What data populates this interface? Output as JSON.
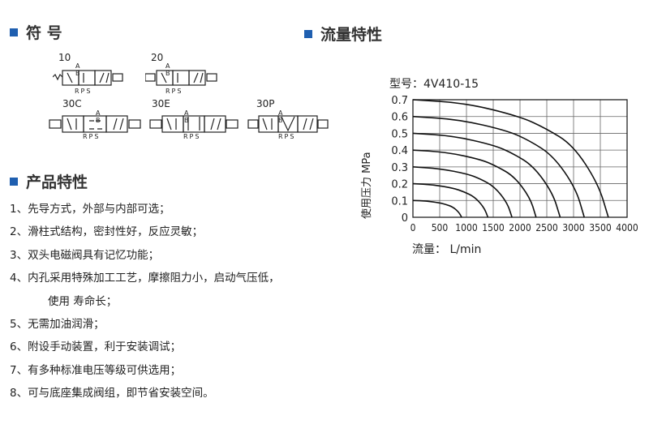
{
  "sections": {
    "symbol": "符 号",
    "flow": "流量特性",
    "features": "产品特性"
  },
  "symbols": [
    {
      "label": "10",
      "ports_top": "A B",
      "ports_bottom": "RPS"
    },
    {
      "label": "20",
      "ports_top": "A B",
      "ports_bottom": "RPS"
    },
    {
      "label": "30C",
      "ports_top": "A B",
      "ports_bottom": "RPS"
    },
    {
      "label": "30E",
      "ports_top": "A B",
      "ports_bottom": "RPS"
    },
    {
      "label": "30P",
      "ports_top": "A B",
      "ports_bottom": "RPS"
    }
  ],
  "features": [
    "1、先导方式，外部与内部可选；",
    "2、滑柱式结构，密封性好，反应灵敏；",
    "3、双头电磁阀具有记忆功能；",
    "4、内孔采用特殊加工工艺，摩擦阻力小，启动气压低，",
    "使用 寿命长；",
    "5、无需加油润滑；",
    "6、附设手动装置，利于安装调试；",
    "7、有多种标准电压等级可供选用；",
    "8、可与底座集成阀组，即节省安装空间。"
  ],
  "chart_data": {
    "type": "line",
    "title": "型号：4V410-15",
    "xlabel": "流量：  L/min",
    "ylabel": "使用压力 MPa",
    "xlim": [
      0,
      4000
    ],
    "ylim": [
      0,
      0.7
    ],
    "xticks": [
      "0",
      "500",
      "1000",
      "1500",
      "2000",
      "2500",
      "3000",
      "3500",
      "4000"
    ],
    "yticks": [
      "0",
      "0.1",
      "0.2",
      "0.3",
      "0.4",
      "0.5",
      "0.6",
      "0.7"
    ],
    "grid": true,
    "series": [
      {
        "name": "0.1",
        "points": [
          [
            0,
            0.1
          ],
          [
            250,
            0.097
          ],
          [
            500,
            0.086
          ],
          [
            620,
            0.076
          ],
          [
            750,
            0.061
          ],
          [
            860,
            0.029
          ],
          [
            910,
            0
          ]
        ]
      },
      {
        "name": "0.2",
        "points": [
          [
            0,
            0.2
          ],
          [
            380,
            0.194
          ],
          [
            770,
            0.172
          ],
          [
            950,
            0.152
          ],
          [
            1150,
            0.122
          ],
          [
            1330,
            0.058
          ],
          [
            1400,
            0
          ]
        ]
      },
      {
        "name": "0.3",
        "points": [
          [
            0,
            0.3
          ],
          [
            500,
            0.29
          ],
          [
            1020,
            0.258
          ],
          [
            1260,
            0.228
          ],
          [
            1520,
            0.183
          ],
          [
            1760,
            0.087
          ],
          [
            1850,
            0
          ]
        ]
      },
      {
        "name": "0.4",
        "points": [
          [
            0,
            0.4
          ],
          [
            620,
            0.388
          ],
          [
            1270,
            0.344
          ],
          [
            1560,
            0.304
          ],
          [
            1890,
            0.244
          ],
          [
            2190,
            0.116
          ],
          [
            2300,
            0
          ]
        ]
      },
      {
        "name": "0.5",
        "points": [
          [
            0,
            0.5
          ],
          [
            740,
            0.485
          ],
          [
            1510,
            0.43
          ],
          [
            1870,
            0.38
          ],
          [
            2250,
            0.305
          ],
          [
            2610,
            0.145
          ],
          [
            2750,
            0
          ]
        ]
      },
      {
        "name": "0.6",
        "points": [
          [
            0,
            0.6
          ],
          [
            860,
            0.582
          ],
          [
            1760,
            0.516
          ],
          [
            2180,
            0.456
          ],
          [
            2620,
            0.366
          ],
          [
            3040,
            0.174
          ],
          [
            3200,
            0
          ]
        ]
      },
      {
        "name": "0.7",
        "points": [
          [
            0,
            0.7
          ],
          [
            990,
            0.68
          ],
          [
            2000,
            0.6
          ],
          [
            2480,
            0.53
          ],
          [
            2990,
            0.43
          ],
          [
            3460,
            0.2
          ],
          [
            3650,
            0
          ]
        ]
      }
    ]
  }
}
